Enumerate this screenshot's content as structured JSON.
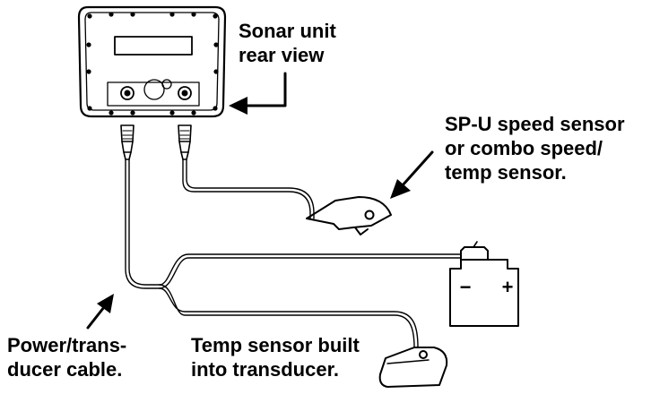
{
  "labels": {
    "sonar_unit": [
      "Sonar unit",
      "rear view"
    ],
    "speed_sensor": [
      "SP-U speed sensor",
      "or combo speed/",
      "temp sensor."
    ],
    "power_cable": [
      "Power/trans-",
      "ducer cable."
    ],
    "temp_sensor": [
      "Temp sensor built",
      "into transducer."
    ]
  },
  "battery": {
    "negative_terminal": "−",
    "positive_terminal": "+"
  }
}
